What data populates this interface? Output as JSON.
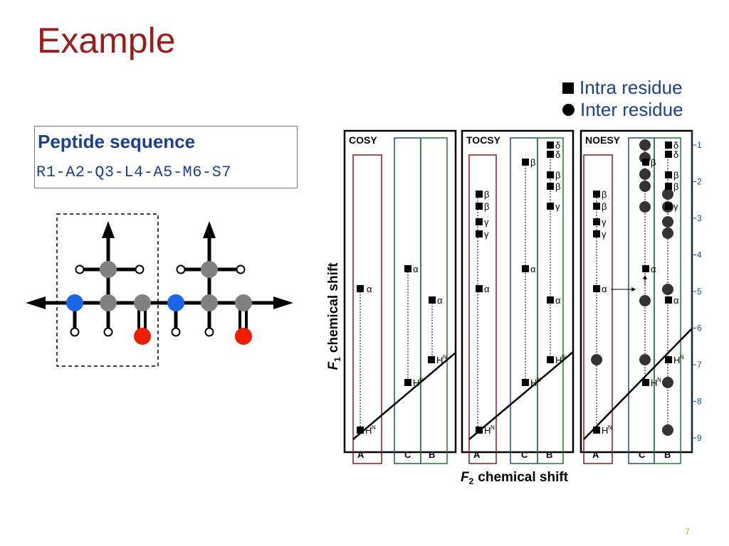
{
  "slide": {
    "title": "Example",
    "page_number": "7"
  },
  "legend": {
    "intra_label": "Intra residue",
    "inter_label": "Inter residue"
  },
  "sequence_box": {
    "heading": "Peptide sequence",
    "sequence": "R1-A2-Q3-L4-A5-M6-S7"
  },
  "spectra": {
    "y_axis_label_italic": "F",
    "y_axis_label_sub": "1",
    "y_axis_label_rest": "chemical shift",
    "x_axis_label_italic": "F",
    "x_axis_label_sub": "2",
    "x_axis_label_rest": "chemical shift",
    "panels": [
      {
        "name": "COSY",
        "columns": [
          "A",
          "C",
          "B"
        ]
      },
      {
        "name": "TOCSY",
        "columns": [
          "A",
          "C",
          "B"
        ]
      },
      {
        "name": "NOESY",
        "columns": [
          "A",
          "C",
          "B"
        ]
      }
    ],
    "ruler_ticks": [
      "1",
      "2",
      "3",
      "4",
      "5",
      "6",
      "7",
      "8",
      "9"
    ],
    "peak_labels": {
      "alpha": "α",
      "beta": "β",
      "gamma": "γ",
      "delta": "δ",
      "hn": "H",
      "hn_sup": "N"
    }
  },
  "colors": {
    "title": "#9b1c1c",
    "text_blue": "#1d3f8f",
    "box_A": "#8b1a1a",
    "box_C": "#1f4e8c",
    "box_B": "#1f7a2e",
    "atom_N": "#1a66e6",
    "atom_C": "#808080",
    "atom_O": "#ee1c00"
  }
}
